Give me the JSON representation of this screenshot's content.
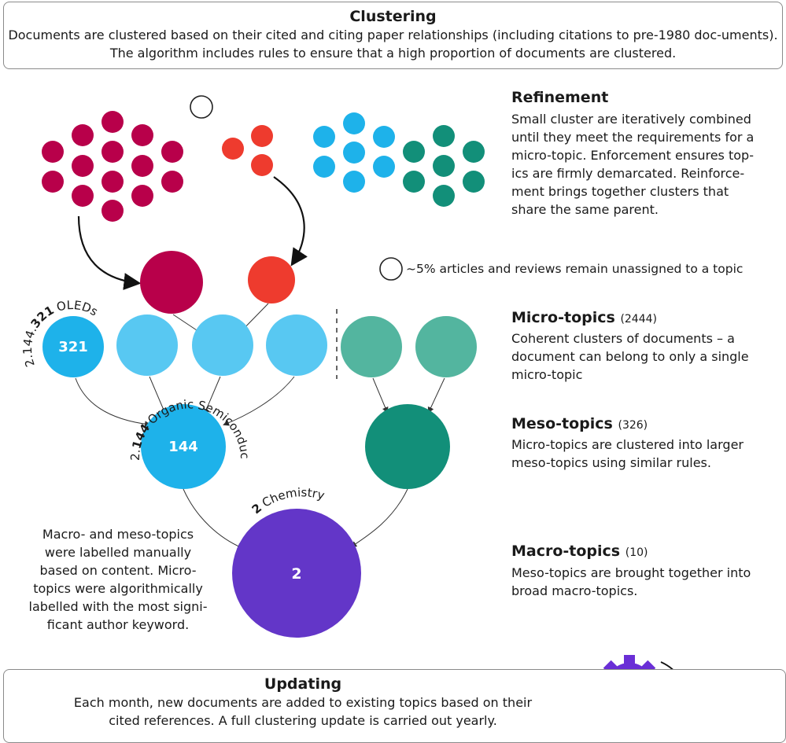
{
  "clustering": {
    "title": "Clustering",
    "body": "Documents are clustered based on their cited and citing paper relationships (including citations to pre-1980 doc-uments). The algorithm includes rules to ensure that a high proportion of documents are clustered."
  },
  "refinement": {
    "title": "Refinement",
    "lines": [
      "Small cluster are iteratively combined",
      "until they meet the requirements for a",
      "micro-topic. Enforcement ensures top-",
      "ics are firmly demarcated. Reinforce-",
      "ment brings together clusters that",
      "share the same parent."
    ]
  },
  "unassigned_note": "~5% articles and reviews remain unassigned to a topic",
  "micro": {
    "title": "Micro-topics",
    "count": "(2444)",
    "lines": [
      "Coherent clusters of documents – a",
      "document can belong to only a single",
      "micro-topic"
    ]
  },
  "meso": {
    "title": "Meso-topics",
    "count": "(326)",
    "lines": [
      "Micro-topics are clustered into larger",
      "meso-topics using similar rules."
    ]
  },
  "macro": {
    "title": "Macro-topics",
    "count": "(10)",
    "lines": [
      "Meso-topics are brought together into",
      "broad macro-topics."
    ]
  },
  "left_note": {
    "lines": [
      "Macro- and meso-topics",
      "were labelled manually",
      "based on content. Micro-",
      "topics were algorithmically",
      "labelled with the most signi-",
      "ficant author keyword."
    ]
  },
  "updating": {
    "title": "Updating",
    "lines": [
      "Each month, new documents are added to existing topics based on their",
      "cited references. A full clustering update is carried out yearly."
    ]
  },
  "circle_labels": {
    "micro": "321",
    "meso": "144",
    "macro": "2"
  },
  "arc_labels": {
    "micro_prefix": "2.144.",
    "micro_bold": "321",
    "micro_name": "OLEDs",
    "meso_prefix": "2.",
    "meso_bold": "144",
    "meso_name": "Organic Semiconductors",
    "macro_bold": "2",
    "macro_name": "Chemistry"
  },
  "colors": {
    "crimson": "#b8004a",
    "red": "#ee3b2e",
    "sky": "#1eb2ea",
    "light_sky": "#58c8f2",
    "teal": "#128f79",
    "light_teal": "#53b59f",
    "purple": "#6336c8",
    "gear": "#6a2fd6"
  },
  "icons": {
    "gears": "gears-icon",
    "unassigned": "empty-circle-icon"
  }
}
